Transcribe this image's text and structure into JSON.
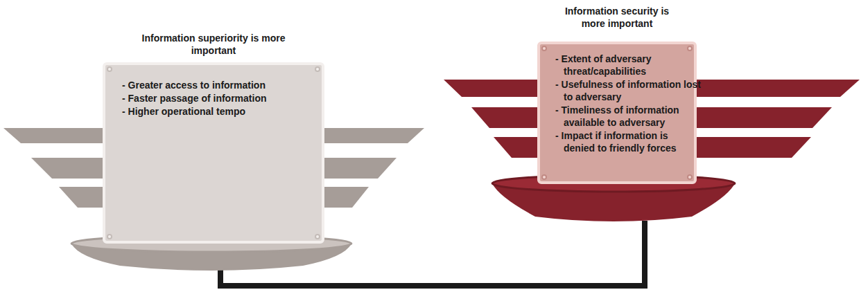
{
  "diagram": {
    "nodes": [
      {
        "text": [
          "Information superiority is more important",
          "- Greater access to information",
          "- Faster passage of information",
          "- Higher operational tempo"
        ]
      },
      {
        "text": [
          "Information security is more important",
          "- Extent of adversary threat/capabilities",
          "- Usefulness of information lost to adversary",
          "- Timeliness of information available to adversary",
          "- Impact if information is denied to friendly forces"
        ]
      }
    ],
    "edges": [
      {
        "from": 0,
        "to": 1,
        "arrow": "none"
      }
    ]
  }
}
